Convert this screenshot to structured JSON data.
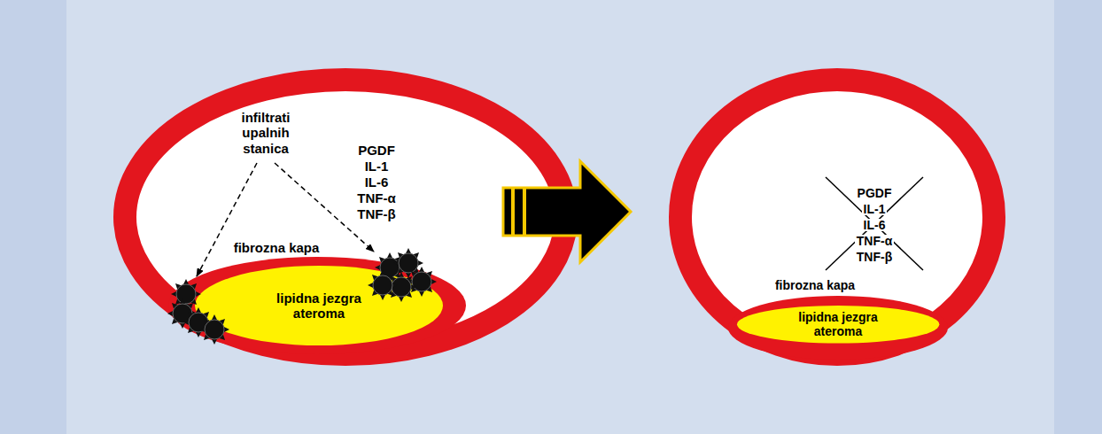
{
  "diagram": {
    "nodes": [
      {
        "text": [
          "lipidna jezgra ateroma"
        ]
      },
      {
        "text": [
          "lipidna jezgra ateroma"
        ]
      }
    ],
    "labels": [
      "infiltrati upalnih stanica",
      "PGDF",
      "IL-1",
      "IL-6",
      "TNF-α",
      "TNF-β",
      "fibrozna kapa",
      "PGDF",
      "IL-1",
      "IL-6",
      "TNF-α",
      "TNF-β",
      "fibrozna kapa"
    ]
  }
}
